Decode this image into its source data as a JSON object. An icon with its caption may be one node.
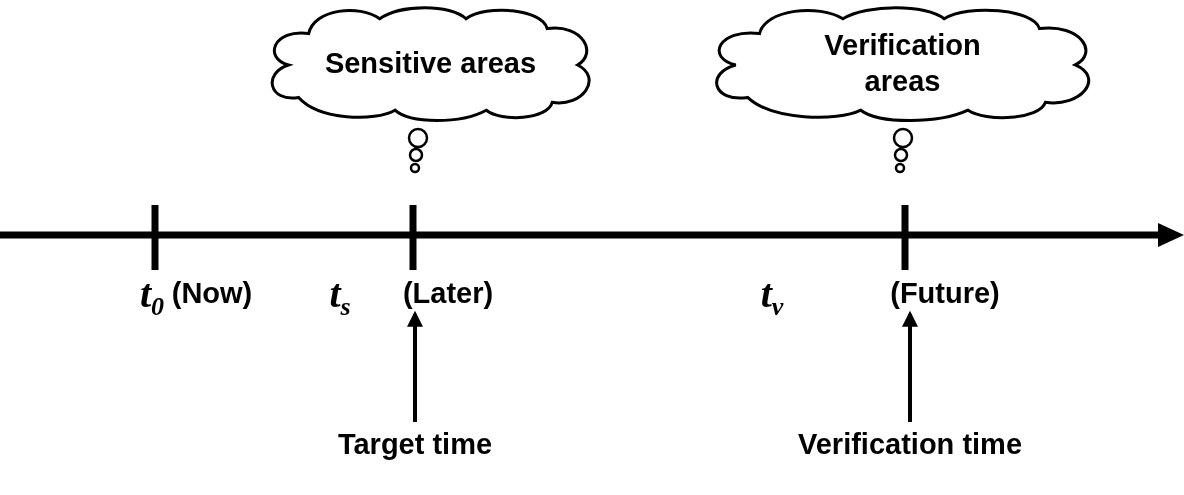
{
  "diagram": {
    "nodes": [
      {
        "text": [
          "Sensitive areas"
        ]
      },
      {
        "text": [
          "Verification areas"
        ]
      },
      {
        "text": [
          "(Later)"
        ]
      },
      {
        "text": [
          "Target time"
        ]
      },
      {
        "text": [
          "(Future)"
        ]
      },
      {
        "text": [
          "Verification time"
        ]
      }
    ],
    "edges": [
      {
        "from": 3,
        "to": 2,
        "arrow": "to"
      },
      {
        "from": 5,
        "to": 4,
        "arrow": "to"
      }
    ],
    "labels": [
      "t$_{0}$",
      "(Now)",
      "t$_{s}$",
      "t$_{v}$"
    ]
  }
}
